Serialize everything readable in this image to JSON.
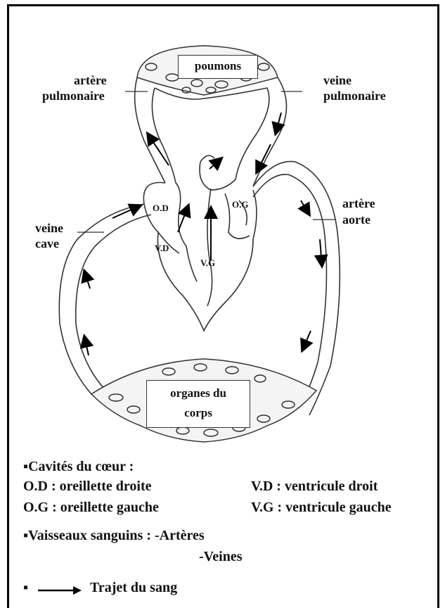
{
  "diagram": {
    "labels": {
      "artere_pulmonaire_1": "artère",
      "artere_pulmonaire_2": "pulmonaire",
      "veine_pulmonaire_1": "veine",
      "veine_pulmonaire_2": "pulmonaire",
      "poumons": "poumons",
      "veine_cave_1": "veine",
      "veine_cave_2": "cave",
      "artere_aorte_1": "artère",
      "artere_aorte_2": "aorte",
      "od": "O.D",
      "og": "O.G",
      "vd": "V.D",
      "vg": "V.G",
      "organes_1": "organes du",
      "organes_2": "corps"
    }
  },
  "legend": {
    "cavites_title": "▪Cavités du cœur :",
    "od_def": "O.D : oreillette droite",
    "vd_def": "V.D : ventricule droit",
    "og_def": "O.G : oreillette gauche",
    "vg_def": "V.G : ventricule gauche",
    "vaisseaux_title": "▪Vaisseaux sanguins : -Artères",
    "veines": "-Veines",
    "trajet_bullet": "▪",
    "trajet": "Trajet du sang"
  }
}
